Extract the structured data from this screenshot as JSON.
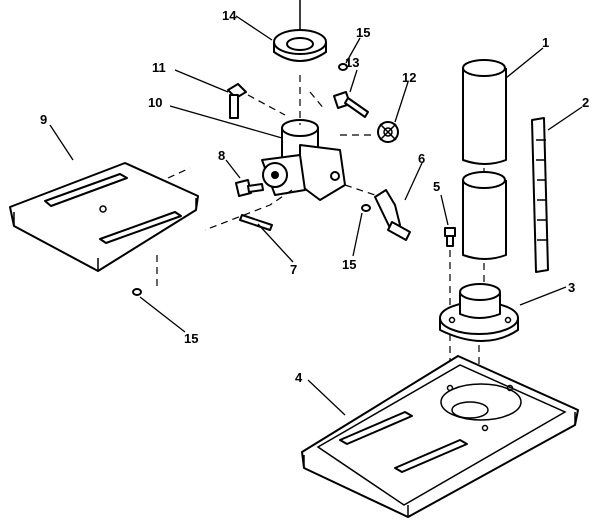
{
  "diagram": {
    "callouts": [
      {
        "id": "1",
        "text": "1"
      },
      {
        "id": "2",
        "text": "2"
      },
      {
        "id": "3",
        "text": "3"
      },
      {
        "id": "4",
        "text": "4"
      },
      {
        "id": "5",
        "text": "5"
      },
      {
        "id": "6",
        "text": "6"
      },
      {
        "id": "7",
        "text": "7"
      },
      {
        "id": "8",
        "text": "8"
      },
      {
        "id": "9",
        "text": "9"
      },
      {
        "id": "10",
        "text": "10"
      },
      {
        "id": "11",
        "text": "11"
      },
      {
        "id": "12",
        "text": "12"
      },
      {
        "id": "13",
        "text": "13"
      },
      {
        "id": "14",
        "text": "14"
      },
      {
        "id": "15a",
        "text": "15"
      },
      {
        "id": "15b",
        "text": "15"
      },
      {
        "id": "15c",
        "text": "15"
      }
    ]
  }
}
